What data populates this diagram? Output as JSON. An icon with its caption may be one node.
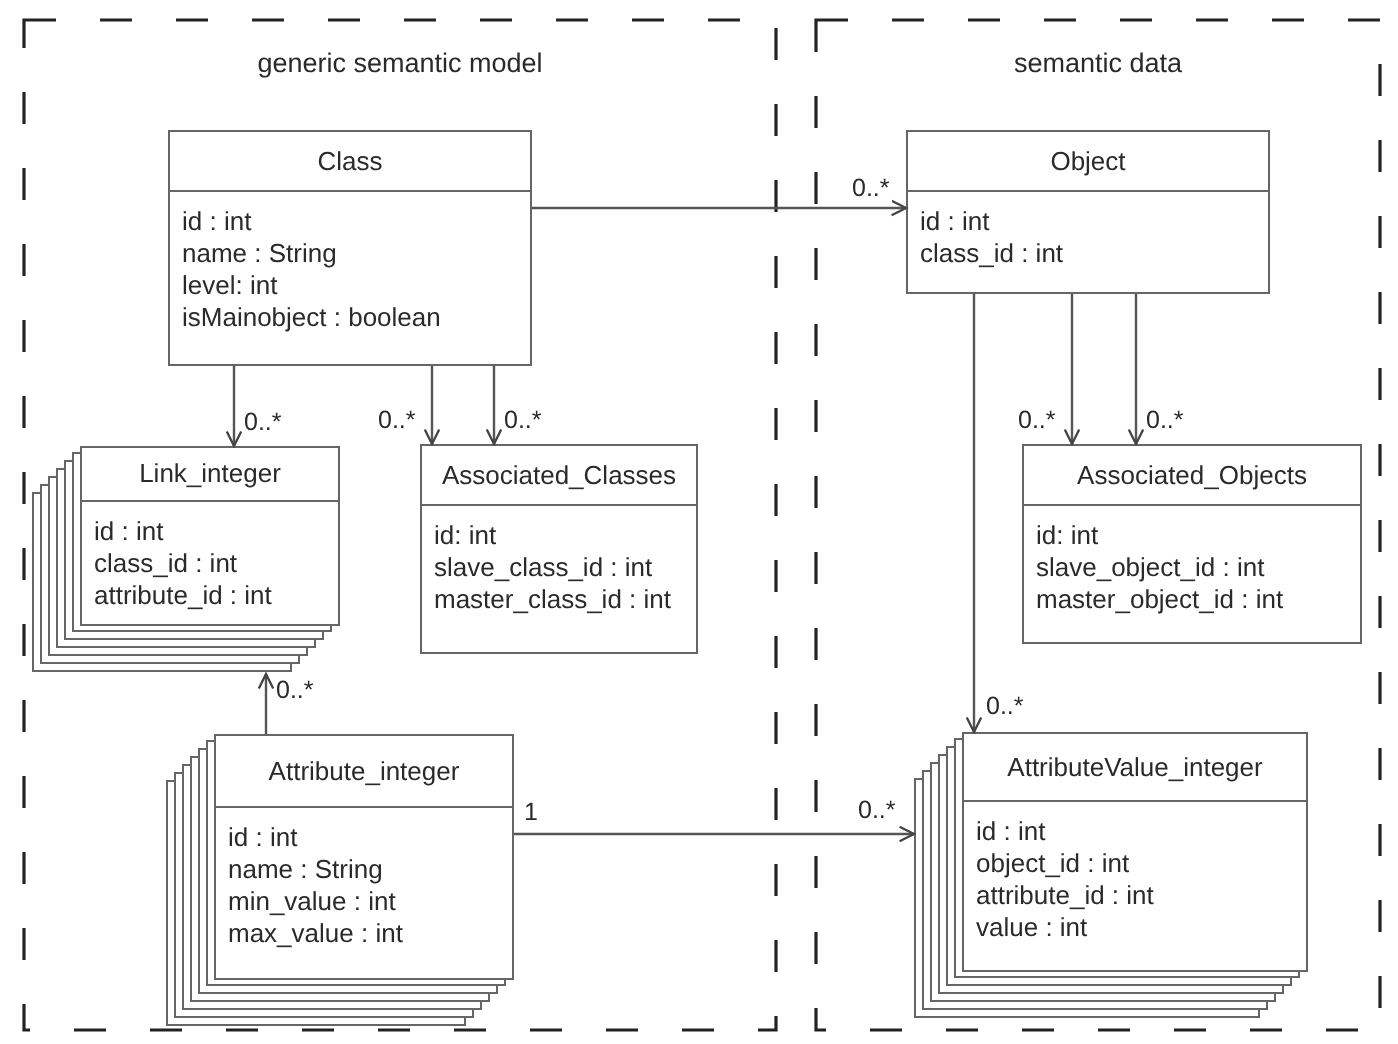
{
  "diagram": {
    "nodes": [
      {
        "text": [
          "generic semantic model"
        ]
      },
      {
        "text": [
          "Class",
          "id : int",
          "name : String",
          "level: int",
          "isMainobject : boolean"
        ],
        "in": 0
      },
      {
        "text": [
          "Link_integer",
          "id : int",
          "class_id : int",
          "attribute_id : int"
        ],
        "in": 0
      },
      {
        "text": [
          "Associated_Classes",
          "id: int",
          "slave_class_id : int",
          "master_class_id : int"
        ],
        "in": 0
      },
      {
        "text": [
          "Attribute_integer",
          "id : int",
          "name : String",
          "min_value : int",
          "max_value : int"
        ],
        "in": 0
      },
      {
        "text": [
          "semantic data"
        ]
      },
      {
        "text": [
          "Object",
          "id : int",
          "class_id : int"
        ],
        "in": 5
      },
      {
        "text": [
          "Associated_Objects",
          "id: int",
          "slave_object_id : int",
          "master_object_id : int"
        ],
        "in": 5
      },
      {
        "text": [
          "AttributeValue_integer",
          "id : int",
          "object_id : int",
          "attribute_id : int",
          "value : int"
        ],
        "in": 5
      }
    ],
    "edges": [
      {
        "from": 1,
        "to": 6,
        "arrow": "to",
        "label": "0..*"
      },
      {
        "from": 1,
        "to": 2,
        "arrow": "to",
        "label": "0..*"
      },
      {
        "from": 1,
        "to": 3,
        "arrow": "to",
        "label": "0..*"
      },
      {
        "from": 1,
        "to": 3,
        "arrow": "to",
        "label": "0..*"
      },
      {
        "from": 4,
        "to": 2,
        "arrow": "to",
        "label": "0..*"
      },
      {
        "from": 4,
        "to": 8,
        "arrow": "to",
        "label": "0..*"
      },
      {
        "from": 6,
        "to": 7,
        "arrow": "to",
        "label": "0..*"
      },
      {
        "from": 6,
        "to": 7,
        "arrow": "to",
        "label": "0..*"
      },
      {
        "from": 6,
        "to": 8,
        "arrow": "to",
        "label": "0..*"
      }
    ],
    "labels": [
      "1"
    ]
  }
}
